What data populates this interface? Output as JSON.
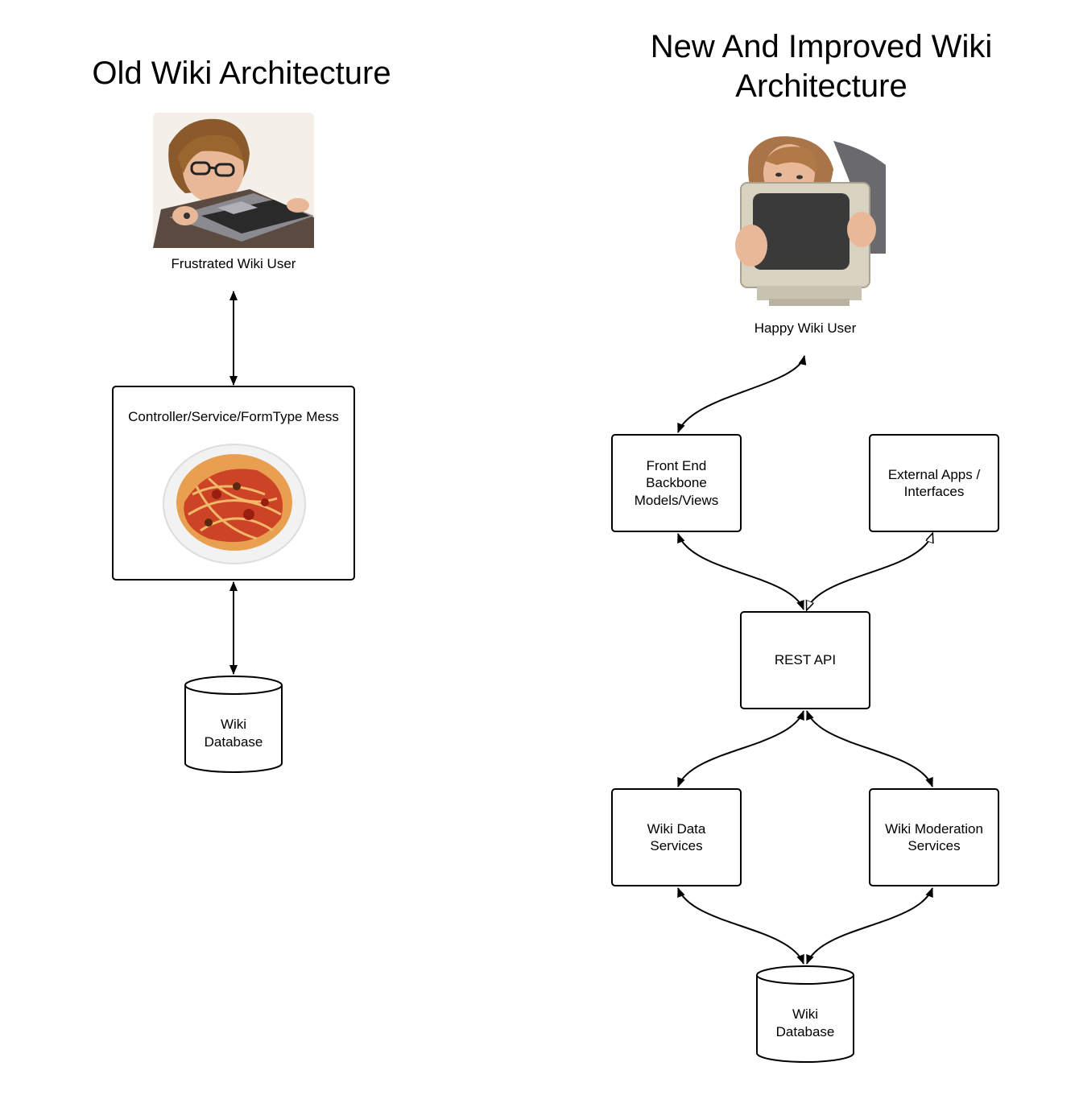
{
  "old": {
    "title": "Old Wiki Architecture",
    "user_label": "Frustrated Wiki User",
    "mess_label": "Controller/Service/FormType Mess",
    "db_label": "Wiki\nDatabase"
  },
  "new": {
    "title": "New And Improved Wiki\nArchitecture",
    "user_label": "Happy Wiki User",
    "front_end": "Front End\nBackbone\nModels/Views",
    "external_apps": "External Apps /\nInterfaces",
    "rest_api": "REST API",
    "data_services": "Wiki Data\nServices",
    "moderation_services": "Wiki Moderation\nServices",
    "db_label": "Wiki\nDatabase"
  },
  "colors": {
    "stroke": "#000000",
    "pasta_red": "#c8321e",
    "noodle": "#e8a050",
    "skin": "#e8b898",
    "laptop": "#8a8a90",
    "crt": "#d8d2c0"
  },
  "icons": {
    "frustrated_user": "frustrated-user-photo",
    "happy_user": "happy-user-photo",
    "spaghetti": "spaghetti-photo"
  }
}
